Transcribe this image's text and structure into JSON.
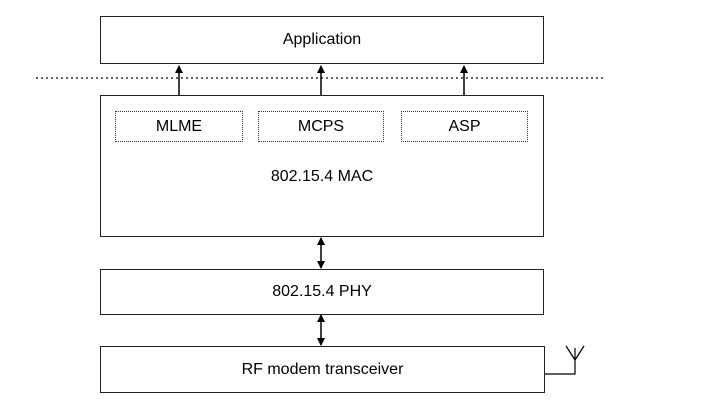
{
  "layers": {
    "application": "Application",
    "mac": "802.15.4 MAC",
    "phy": "802.15.4 PHY",
    "rf": "RF modem transceiver"
  },
  "mac_services": {
    "mlme": "MLME",
    "mcps": "MCPS",
    "asp": "ASP"
  },
  "icons": {
    "antenna": "antenna-icon",
    "arrows": "double-headed-arrow"
  }
}
